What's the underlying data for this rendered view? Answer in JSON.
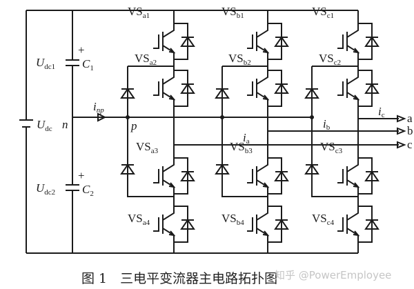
{
  "labels": {
    "udc": "U",
    "udc_sub": "dc",
    "udc1": "U",
    "udc1_sub": "dc1",
    "udc2": "U",
    "udc2_sub": "dc2",
    "c1": "C",
    "c1_sub": "1",
    "c2": "C",
    "c2_sub": "2",
    "n": "n",
    "p": "p",
    "inp": "i",
    "inp_sub": "np",
    "plus": "+"
  },
  "legs": [
    {
      "id": "a",
      "switches": [
        {
          "name": "VS",
          "sub": "a1"
        },
        {
          "name": "VS",
          "sub": "a2"
        },
        {
          "name": "VS",
          "sub": "a3"
        },
        {
          "name": "VS",
          "sub": "a4"
        }
      ]
    },
    {
      "id": "b",
      "switches": [
        {
          "name": "VS",
          "sub": "b1"
        },
        {
          "name": "VS",
          "sub": "b2"
        },
        {
          "name": "VS",
          "sub": "b3"
        },
        {
          "name": "VS",
          "sub": "b4"
        }
      ]
    },
    {
      "id": "c",
      "switches": [
        {
          "name": "VS",
          "sub": "c1"
        },
        {
          "name": "VS",
          "sub": "c2"
        },
        {
          "name": "VS",
          "sub": "c3"
        },
        {
          "name": "VS",
          "sub": "c4"
        }
      ]
    }
  ],
  "outputs": [
    {
      "terminal": "a",
      "current": "i",
      "current_sub": "c"
    },
    {
      "terminal": "b",
      "current": "i",
      "current_sub": "b"
    },
    {
      "terminal": "c",
      "current": "i",
      "current_sub": "a"
    }
  ],
  "caption": "图 1　三电平变流器主电路拓扑图",
  "watermark": "知乎 @PowerEmployee"
}
